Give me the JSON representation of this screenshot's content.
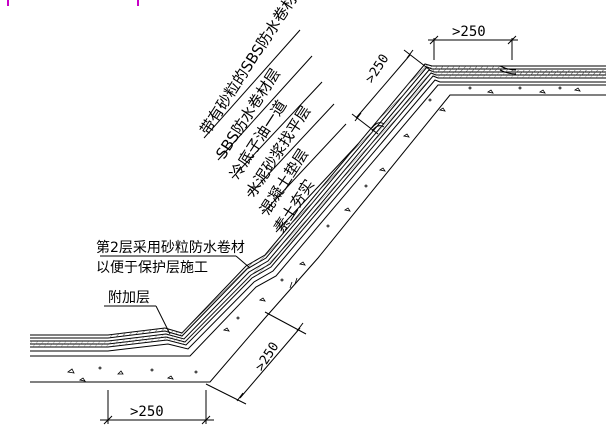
{
  "labels": {
    "layer_1": "带有砂粒的SBS防水卷材层",
    "layer_2": "SBS防水卷材层",
    "layer_3": "冷底子油一道",
    "layer_4": "水泥砂浆找平层",
    "layer_5": "混凝土垫层",
    "layer_6": "素土夯实",
    "note_line1": "第2层采用砂粒防水卷材",
    "note_line2": "以便于保护层施工",
    "extra_layer": "附加层"
  },
  "dimensions": {
    "top_horizontal": ">250",
    "slope_upper": ">250",
    "slope_lower": ">250",
    "bottom_horizontal": ">250"
  },
  "colors": {
    "line": "#000000",
    "hatch": "#555555",
    "accent_mark": "#c800c8"
  }
}
